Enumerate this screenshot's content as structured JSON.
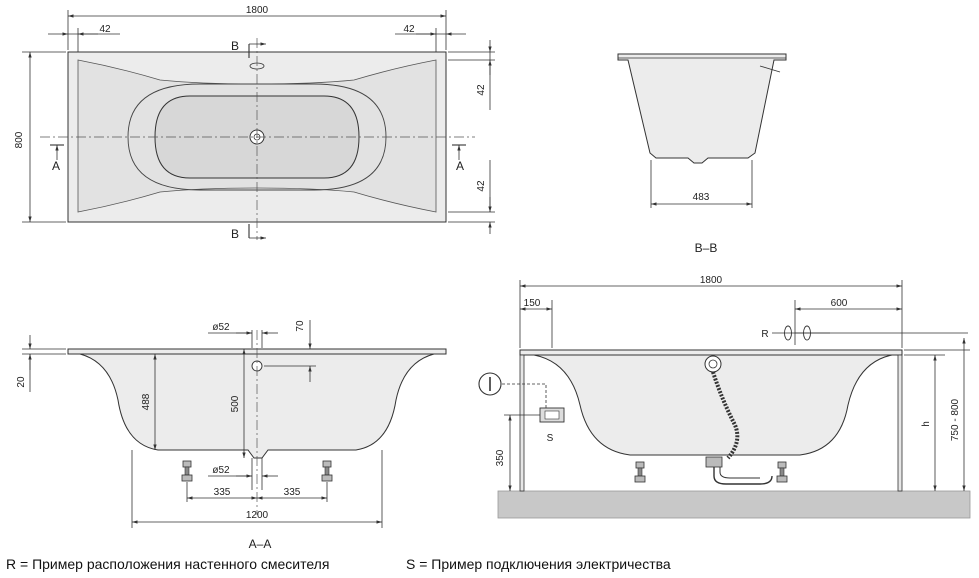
{
  "top_view": {
    "dim_width": "1800",
    "dim_left_rim": "42",
    "dim_right_rim": "42",
    "dim_depth": "800",
    "dim_top_rim": "42",
    "dim_bottom_rim": "42",
    "section_marker_top": "B",
    "section_marker_bottom": "B",
    "section_marker_left": "A",
    "section_marker_right": "A"
  },
  "section_bb": {
    "dim_bottom": "483",
    "title": "B–B"
  },
  "section_aa": {
    "dim_rim": "20",
    "dim_drain_dia_top": "ø52",
    "dim_drain_height": "70",
    "dim_inner_depth": "488",
    "dim_total_depth": "500",
    "dim_drain_dia_bottom": "ø52",
    "dim_foot_left": "335",
    "dim_foot_right": "335",
    "dim_bottom_length": "1200",
    "title": "A–A"
  },
  "side_view": {
    "dim_length": "1800",
    "dim_socket_offset": "150",
    "dim_mixer_offset": "600",
    "label_r": "R",
    "label_s": "S",
    "dim_socket_height": "350",
    "label_h": "h",
    "dim_height_range": "750 - 800"
  },
  "legend": {
    "r_text": "R = Пример расположения настенного смесителя",
    "s_text": "S = Пример подключения электричества"
  }
}
